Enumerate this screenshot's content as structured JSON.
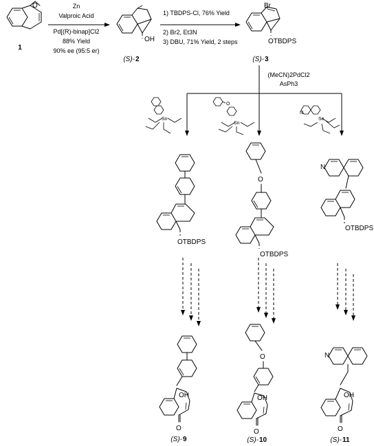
{
  "compounds": {
    "c1": {
      "number": "1"
    },
    "c2": {
      "prefix": "(S)-",
      "number": "2",
      "oh": "OH"
    },
    "c3": {
      "prefix": "(S)-",
      "number": "3",
      "br": "Br",
      "group": "OTBDPS"
    },
    "c9": {
      "prefix": "(S)-",
      "number": "9",
      "oh": "OH",
      "o": "O"
    },
    "c10": {
      "prefix": "(S)-",
      "number": "10",
      "oh": "OH",
      "o": "O",
      "ether_o": "O"
    },
    "c11": {
      "prefix": "(S)-",
      "number": "11",
      "oh": "OH",
      "o": "O",
      "n": "N"
    },
    "int_left": {
      "group": "OTBDPS"
    },
    "int_mid": {
      "group": "OTBDPS",
      "ether_o": "O"
    },
    "int_right": {
      "group": "OTBDPS",
      "n": "N"
    }
  },
  "step1": {
    "reagents": [
      "Zn",
      "Valproic Acid",
      "Pd[(R)-binap]Cl2",
      "88% Yield",
      "90% ee (95:5 er)"
    ]
  },
  "step2": {
    "reagents": [
      "1) TBDPS-Cl, 76% Yield",
      "2) Br2, Et3N",
      "3) DBU, 71% Yield, 2 steps"
    ]
  },
  "coupling": {
    "reagents": [
      "(MeCN)2PdCl2",
      "AsPh3"
    ]
  },
  "stannanes": {
    "sn_label": "Sn",
    "o_label": "O",
    "n_label": "N"
  }
}
